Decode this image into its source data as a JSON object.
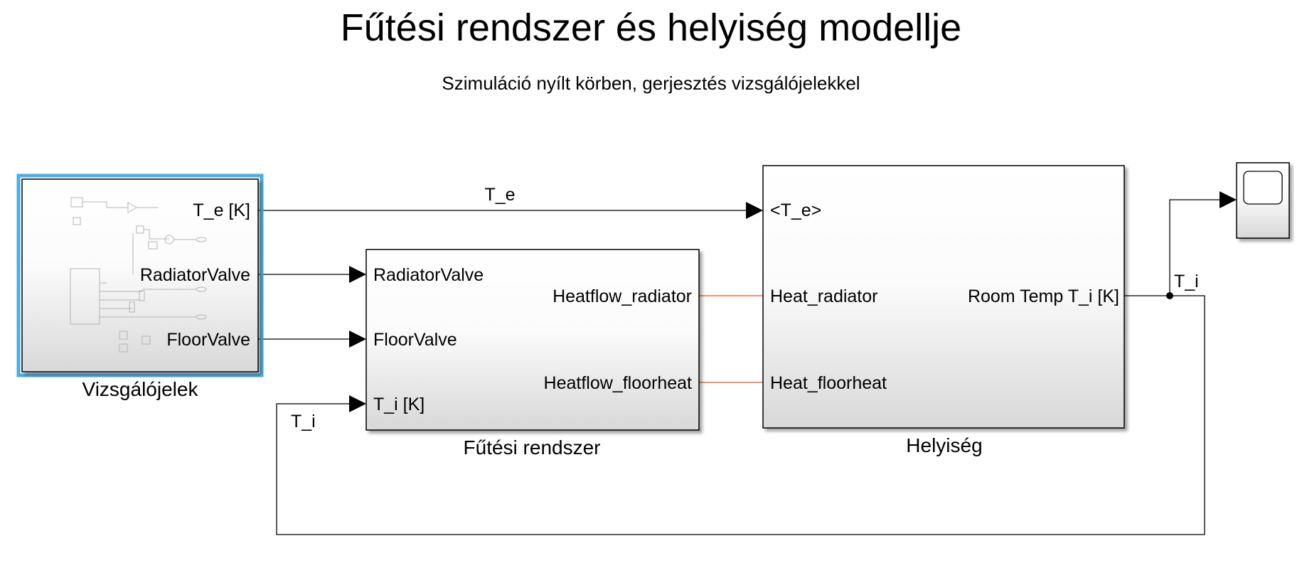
{
  "diagram": {
    "title": "Fűtési rendszer és helyiség modellje",
    "subtitle": "Szimuláció nyílt körben, gerjesztés vizsgálójelekkel",
    "colors": {
      "selection": "#4aaee6",
      "physical_line": "#e8703a",
      "signal_line": "#000000"
    },
    "blocks": {
      "signals": {
        "name": "Vizsgálójelek",
        "outports": [
          "T_e [K]",
          "RadiatorValve",
          "FloorValve"
        ]
      },
      "heating": {
        "name": "Fűtési rendszer",
        "inports": [
          "RadiatorValve",
          "FloorValve",
          "T_i [K]"
        ],
        "outports": [
          "Heatflow_radiator",
          "Heatflow_floorheat"
        ]
      },
      "room": {
        "name": "Helyiség",
        "inports": [
          "<T_e>",
          "Heat_radiator",
          "Heat_floorheat"
        ],
        "outports": [
          "Room Temp T_i [K]"
        ]
      },
      "scope": {
        "icon": "scope-icon"
      }
    },
    "line_labels": {
      "te": "T_e",
      "ti_out": "T_i",
      "ti_feedback": "T_i"
    }
  }
}
